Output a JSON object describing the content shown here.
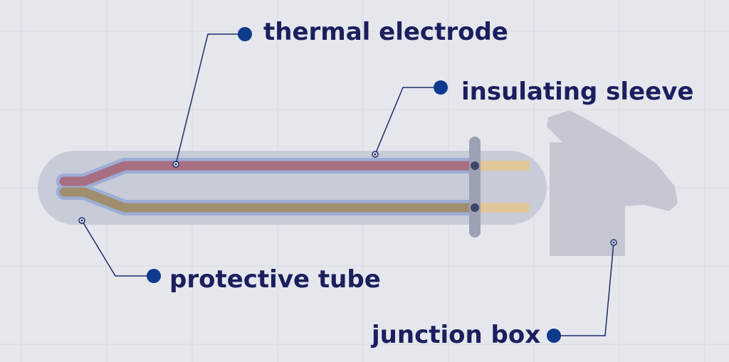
{
  "labels": {
    "thermal_electrode": "thermal electrode",
    "insulating_sleeve": "insulating sleeve",
    "protective_tube": "protective tube",
    "junction_box": "junction box"
  },
  "colors": {
    "background": "#e6e7ed",
    "grid": "#d9dbe3",
    "protective_tube": "#c8cbd8",
    "junction_box": "#c5c8d3",
    "sleeve": "#8ea4d6",
    "electrode_top": "#a86e82",
    "electrode_bottom": "#a08f6e",
    "terminal_wire": "#e2c79a",
    "flange": "#9da2b3",
    "leader": "#1b2d6b",
    "dot": "#0e3a8c",
    "label_text": "#1b1f5e"
  }
}
